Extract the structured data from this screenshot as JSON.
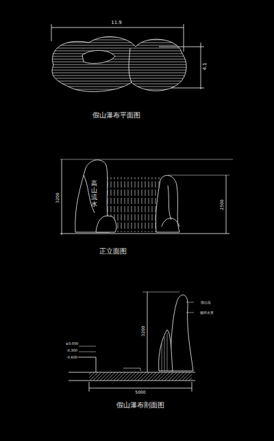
{
  "diagram": {
    "labels": [
      "11.9",
      "4.1",
      "假山瀑布平面图",
      "3200",
      "2500",
      "高山流水",
      "正立面图",
      "3200",
      "5000",
      "假山瀑布剖面图",
      "假山石",
      "循环水泵",
      "±0.000",
      "-0.300",
      "-0.600"
    ]
  }
}
